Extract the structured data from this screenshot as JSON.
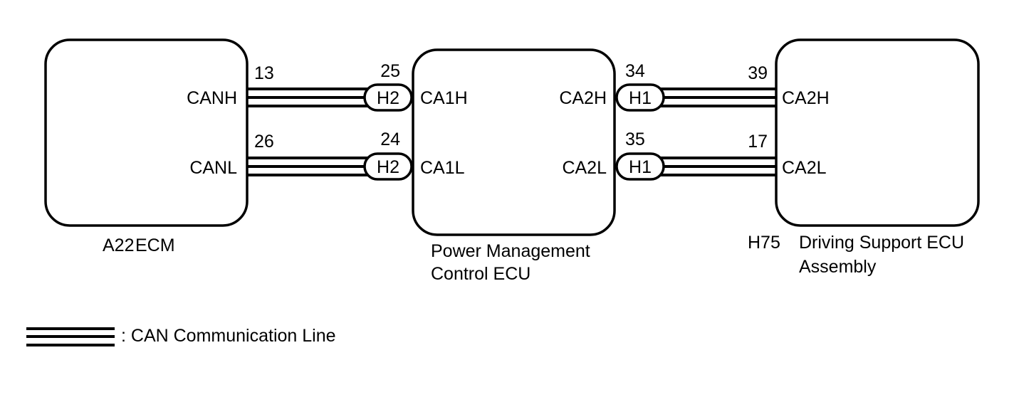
{
  "components": {
    "ecm": {
      "connector": "A22",
      "name": "ECM",
      "pins": {
        "canh": {
          "signal": "CANH",
          "pin": "13"
        },
        "canl": {
          "signal": "CANL",
          "pin": "26"
        }
      }
    },
    "pmc": {
      "name_line1": "Power Management",
      "name_line2": "Control ECU",
      "pins": {
        "ca1h": {
          "signal": "CA1H",
          "pin": "25",
          "connector": "H2"
        },
        "ca1l": {
          "signal": "CA1L",
          "pin": "24",
          "connector": "H2"
        },
        "ca2h": {
          "signal": "CA2H",
          "pin": "34",
          "connector": "H1"
        },
        "ca2l": {
          "signal": "CA2L",
          "pin": "35",
          "connector": "H1"
        }
      }
    },
    "dsecu": {
      "connector": "H75",
      "name_line1": "Driving Support ECU",
      "name_line2": "Assembly",
      "pins": {
        "ca2h": {
          "signal": "CA2H",
          "pin": "39"
        },
        "ca2l": {
          "signal": "CA2L",
          "pin": "17"
        }
      }
    }
  },
  "legend": {
    "label": ": CAN Communication Line"
  },
  "colors": {
    "line": "#000000",
    "background": "#ffffff"
  }
}
